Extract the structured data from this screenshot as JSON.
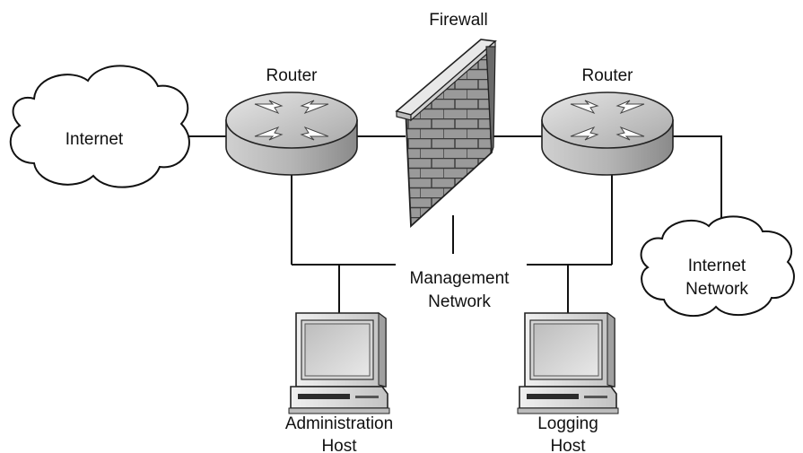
{
  "labels": {
    "firewall": "Firewall",
    "router_left": "Router",
    "router_right": "Router",
    "internet": "Internet",
    "internet_network_line1": "Internet",
    "internet_network_line2": "Network",
    "management_line1": "Management",
    "management_line2": "Network",
    "admin_line1": "Administration",
    "admin_line2": "Host",
    "logging_line1": "Logging",
    "logging_line2": "Host"
  }
}
